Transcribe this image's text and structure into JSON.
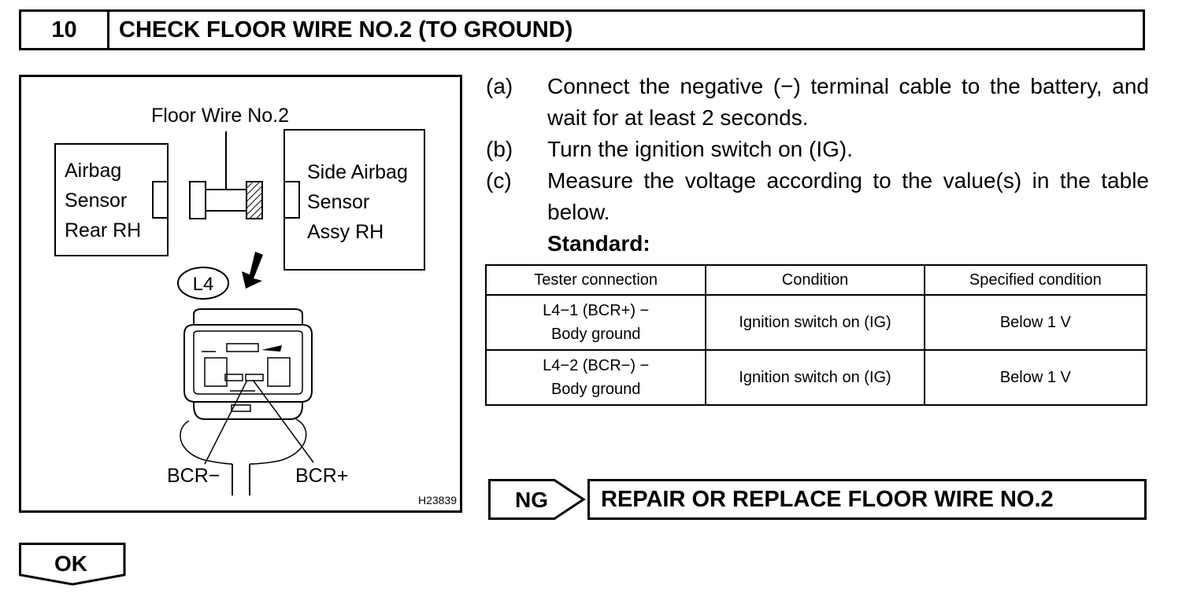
{
  "header": {
    "step_number": "10",
    "title": "CHECK FLOOR WIRE NO.2 (TO GROUND)"
  },
  "figure": {
    "floor_wire_label": "Floor Wire No.2",
    "airbag_sensor_lines": [
      "Airbag",
      "Sensor",
      "Rear RH"
    ],
    "side_sensor_lines": [
      "Side Airbag",
      "Sensor",
      "Assy RH"
    ],
    "connector_label": "L4",
    "terminal_minus": "BCR−",
    "terminal_plus": "BCR+",
    "figure_code": "H23839"
  },
  "steps": [
    {
      "label": "(a)",
      "text": "Connect the negative (−) terminal cable to the battery, and wait for at least 2 seconds."
    },
    {
      "label": "(b)",
      "text": "Turn the ignition switch on (IG)."
    },
    {
      "label": "(c)",
      "text": "Measure the voltage according to the value(s) in the table below."
    }
  ],
  "standard_label": "Standard:",
  "table": {
    "headers": [
      "Tester connection",
      "Condition",
      "Specified condition"
    ],
    "rows": [
      {
        "connection_line1": "L4−1 (BCR+) −",
        "connection_line2": "Body ground",
        "condition": "Ignition switch on (IG)",
        "specified": "Below 1 V"
      },
      {
        "connection_line1": "L4−2 (BCR−) −",
        "connection_line2": "Body ground",
        "condition": "Ignition switch on (IG)",
        "specified": "Below 1 V"
      }
    ]
  },
  "ng": {
    "tag": "NG",
    "action": "REPAIR OR REPLACE FLOOR WIRE NO.2"
  },
  "ok": {
    "tag": "OK"
  }
}
